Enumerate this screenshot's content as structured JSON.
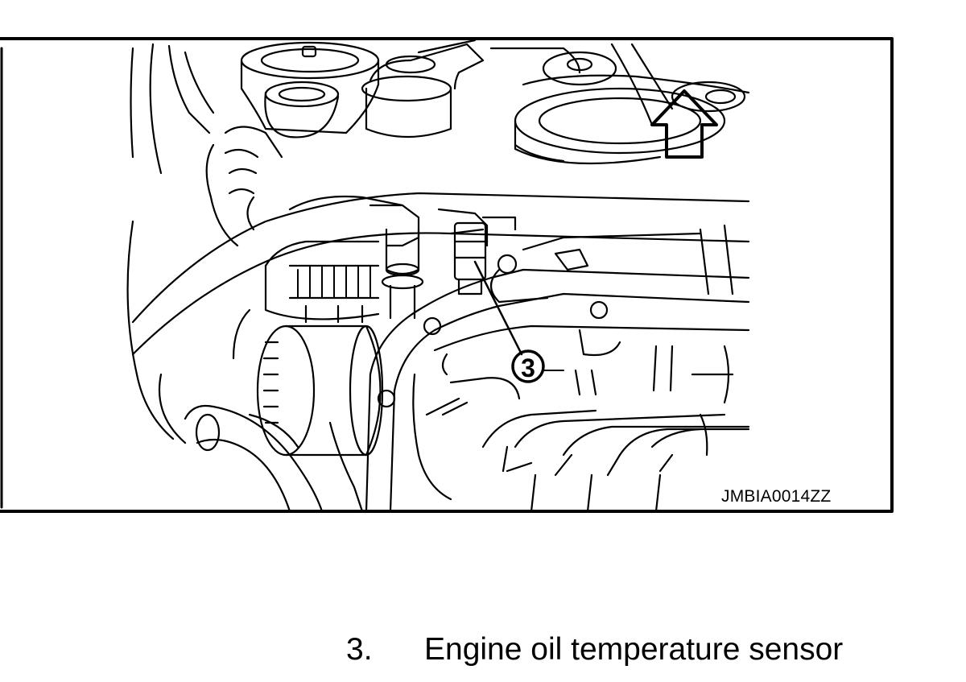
{
  "figure": {
    "code": "JMBIA0014ZZ",
    "callouts": [
      {
        "number": "3",
        "part": "engine-oil-temperature-sensor"
      }
    ],
    "arrow": "up-arrow-icon (front direction)"
  },
  "legend": {
    "items": [
      {
        "number": "3.",
        "label": "Engine oil temperature sensor"
      }
    ]
  }
}
